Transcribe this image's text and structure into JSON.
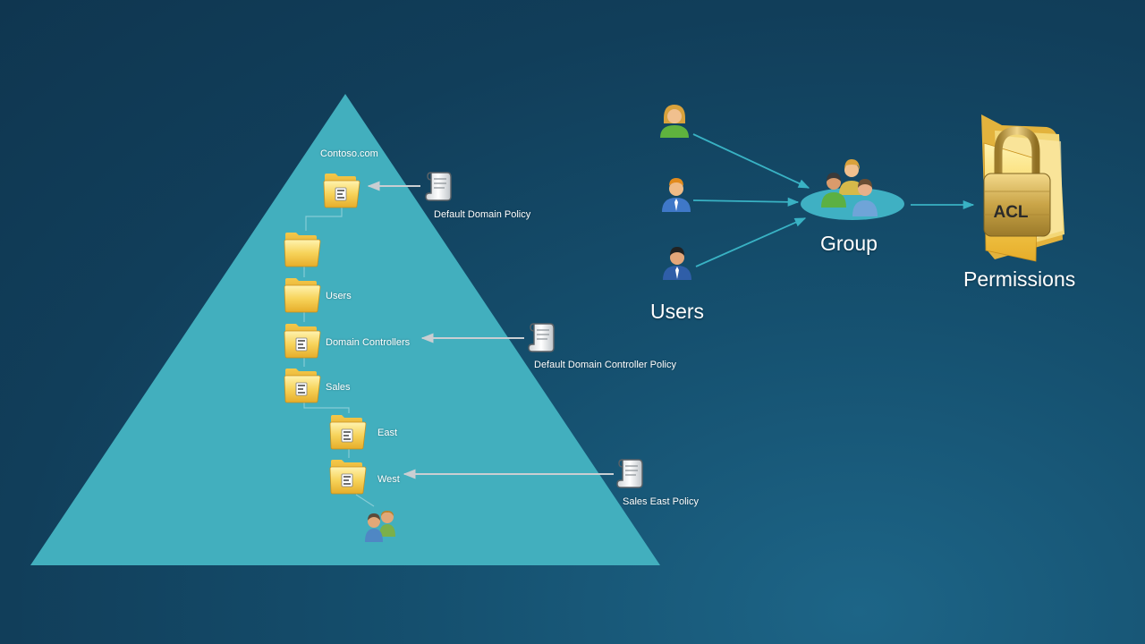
{
  "colors": {
    "pyramid": "#42afbe",
    "arrow": "#39b2c4",
    "gray_arrow": "#c9ced2",
    "folder": "#f6cf55",
    "folder_dark": "#d99e1f",
    "group_ellipse": "#3fb0c3"
  },
  "tree": {
    "root": "Contoso.com",
    "ou_unnamed": "",
    "ou_users": "Users",
    "ou_domain_controllers": "Domain Controllers",
    "ou_sales": "Sales",
    "ou_east": "East",
    "ou_west": "West"
  },
  "policies": {
    "default_domain": "Default Domain Policy",
    "default_dc": "Default Domain Controller Policy",
    "sales_east": "Sales East Policy"
  },
  "flow": {
    "users_label": "Users",
    "group_label": "Group",
    "permissions_label": "Permissions",
    "acl_label": "ACL"
  },
  "icons": {
    "folder": "folder-icon",
    "ou_folder": "ou-folder-icon",
    "scroll": "policy-scroll-icon",
    "user": "user-icon",
    "group": "group-icon",
    "lock": "lock-icon"
  }
}
